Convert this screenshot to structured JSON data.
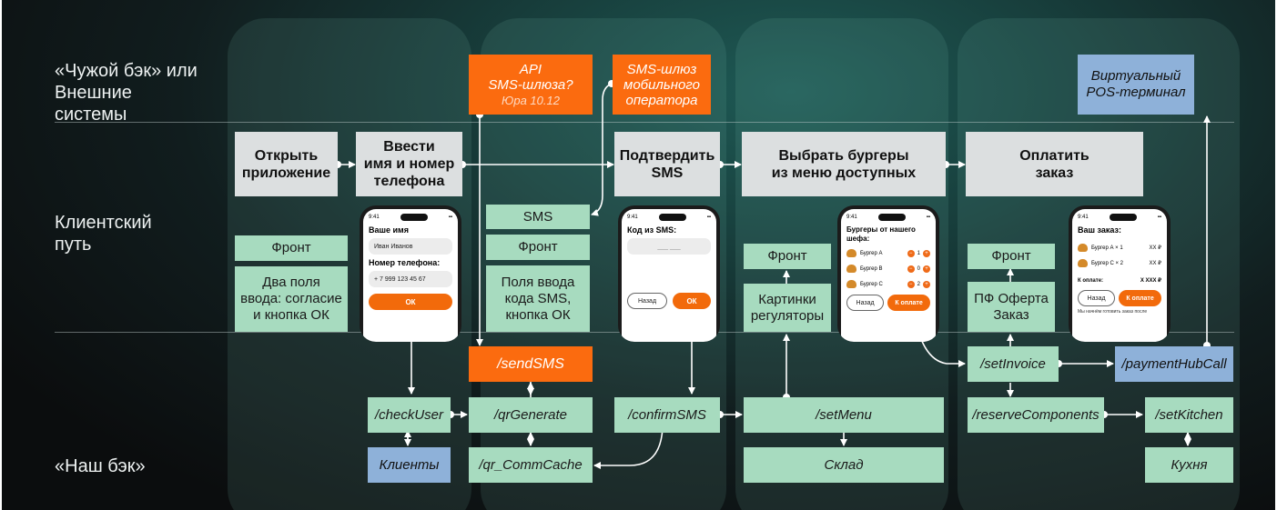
{
  "lanes": {
    "external": "«Чужой бэк» или\nВнешние\nсистемы",
    "client": "Клиентский\nпуть",
    "backend": "«Наш бэк»"
  },
  "steps": {
    "open_app": "Открыть\nприложение",
    "enter_name": "Ввести\nимя и номер\nтелефона",
    "confirm_sms": "Подтвердить\nSMS",
    "choose_burgers": "Выбрать бургеры\nиз меню доступных",
    "pay_order": "Оплатить\nзаказ"
  },
  "external": {
    "sms_api": "API\nSMS-шлюза?",
    "sms_api_note": "Юра 10.12",
    "sms_gateway": "SMS-шлюз\nмобильного\nоператора",
    "pos_terminal": "Виртуальный\nPOS-терминал"
  },
  "client_notes": {
    "front1": "Фронт",
    "desc1": "Два поля\nввода: согласие\nи кнопка ОК",
    "sms": "SMS",
    "front2": "Фронт",
    "desc2": "Поля ввода\nкода SMS,\nкнопка ОК",
    "front3": "Фронт",
    "desc3": "Картинки\nрегуляторы",
    "front4": "Фронт",
    "desc4": "ПФ Оферта\nЗаказ"
  },
  "phones": {
    "status_time": "9:41",
    "p1": {
      "name_label": "Ваше имя",
      "name_value": "Иван Иванов",
      "phone_label": "Номер телефона:",
      "phone_value": "+ 7 999 123 45 67",
      "ok": "ОК"
    },
    "p2": {
      "code_label": "Код из SMS:",
      "code_placeholder": "___ ___",
      "back": "Назад",
      "ok": "ОК"
    },
    "p3": {
      "title": "Бургеры от нашего шефа:",
      "items": [
        {
          "name": "Бургер А",
          "qty": "1"
        },
        {
          "name": "Бургер В",
          "qty": "0"
        },
        {
          "name": "Бургер С",
          "qty": "2"
        }
      ],
      "back": "Назад",
      "pay": "К оплате"
    },
    "p4": {
      "title": "Ваш заказ:",
      "items": [
        {
          "name": "Бургер А × 1",
          "price": "XX ₽"
        },
        {
          "name": "Бургер С × 2",
          "price": "XX ₽"
        }
      ],
      "total_label": "К оплате:",
      "total_value": "X XXX ₽",
      "back": "Назад",
      "pay": "К оплате",
      "footer": "Мы начнём готовить заказ после"
    }
  },
  "backend": {
    "send_sms": "/sendSMS",
    "check_user": "/checkUser",
    "qr_generate": "/qrGenerate",
    "confirm_sms": "/confirmSMS",
    "set_menu": "/setMenu",
    "set_invoice": "/setInvoice",
    "payment_hub": "/paymentHubCall",
    "reserve": "/reserveComponents",
    "set_kitchen": "/setKitchen",
    "clients": "Клиенты",
    "qr_cache": "/qr_CommCache",
    "warehouse": "Склад",
    "kitchen": "Кухня"
  },
  "colors": {
    "gray": "#dcdfe0",
    "green": "#a7dbbf",
    "orange": "#fb6b0f",
    "blue": "#8eb1d9",
    "background": "#111d1e"
  }
}
